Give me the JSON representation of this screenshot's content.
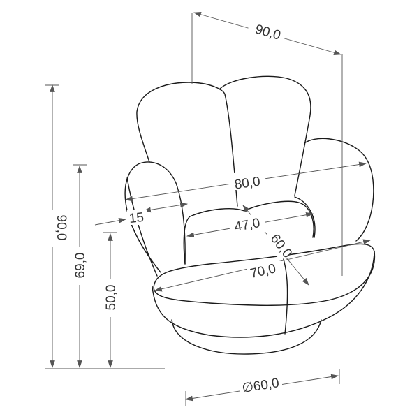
{
  "dimensions": {
    "width_total": "90,0",
    "height_total": "90,0",
    "arm_height": "69,0",
    "seat_height": "50,0",
    "back_width": "80,0",
    "arm_thickness": "15",
    "seat_width": "47,0",
    "seat_depth": "60,0",
    "depth_total": "70,0",
    "base_diameter": "∅60,0"
  },
  "colors": {
    "line": "#1a1a1a",
    "dimension_line": "#555555",
    "text": "#333333",
    "background": "#ffffff"
  }
}
